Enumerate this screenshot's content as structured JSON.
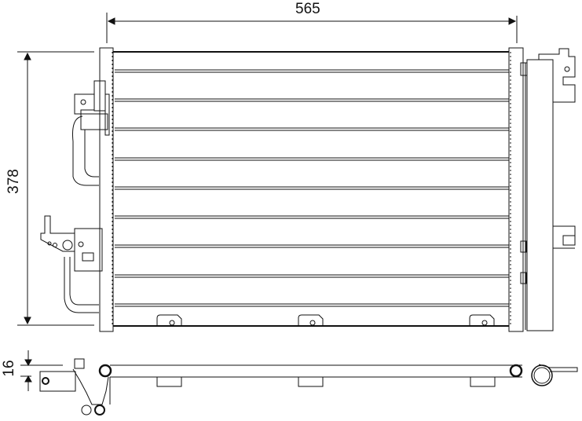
{
  "drawing": {
    "subject": "AC condenser technical drawing",
    "dimensions": {
      "width": "565",
      "height": "378",
      "depth": "16"
    },
    "views": [
      "front-view",
      "bottom-view"
    ],
    "line_color": "#111111",
    "background": "#ffffff",
    "tube_count": 9,
    "mounting_brackets_bottom": 3
  }
}
